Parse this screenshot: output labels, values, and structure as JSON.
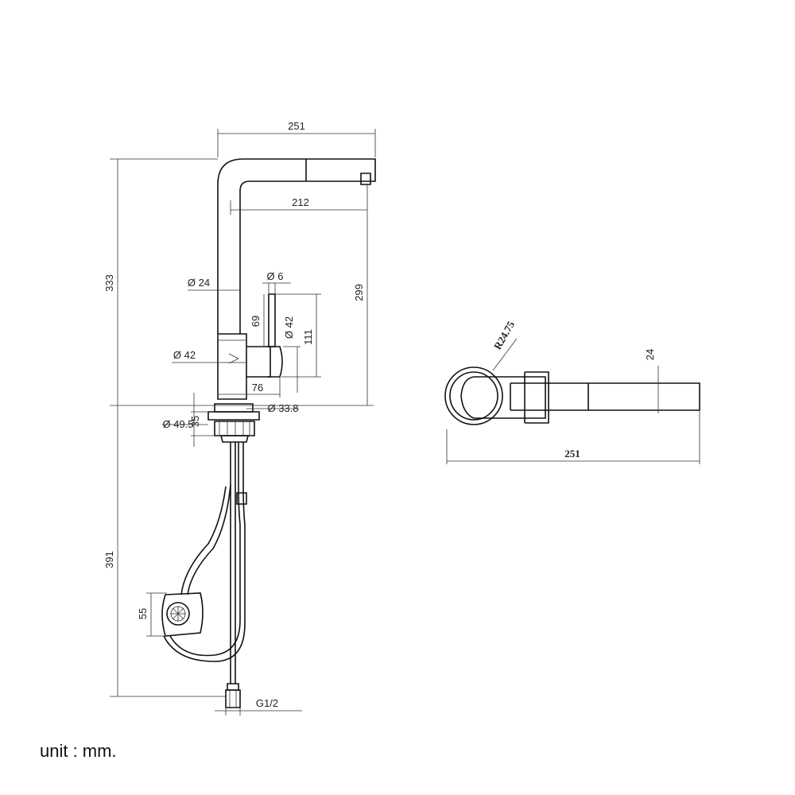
{
  "dimensions": {
    "top_width": "251",
    "spout_reach": "212",
    "total_height": "333",
    "spout_height": "299",
    "body_dia_upper": "Ø 24",
    "handle_dia_small": "Ø 6",
    "handle_length": "69",
    "handle_dia": "Ø 42",
    "handle_span": "111",
    "body_dia": "Ø 42",
    "handle_offset": "76",
    "shank_dia": "Ø 33.8",
    "base_dia": "Ø 49.5",
    "base_height": "35",
    "hose_length": "391",
    "weight_height": "55",
    "connection": "G1/2",
    "plan_radius": "R24.75",
    "plan_width": "24",
    "plan_length": "251"
  },
  "unit_note": "unit : mm."
}
